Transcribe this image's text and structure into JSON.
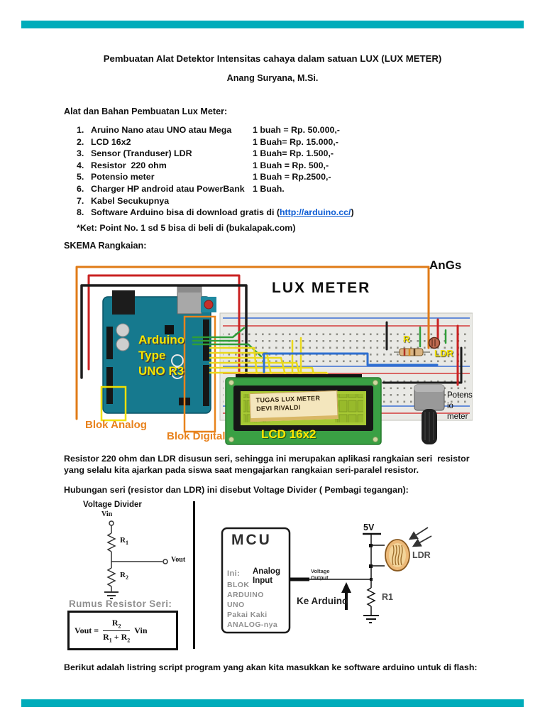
{
  "doc": {
    "title": "Pembuatan Alat Detektor Intensitas cahaya dalam satuan LUX (LUX METER)",
    "author": "Anang Suryana, M.Si."
  },
  "materials": {
    "heading": "Alat dan Bahan Pembuatan Lux Meter:",
    "items": [
      {
        "num": "1.",
        "name": "Aruino Nano atau UNO atau Mega",
        "price": "1 buah = Rp. 50.000,-"
      },
      {
        "num": "2.",
        "name": "LCD 16x2",
        "price": "1 Buah= Rp. 15.000,-"
      },
      {
        "num": "3.",
        "name": "Sensor (Tranduser) LDR",
        "price": "1 Buah= Rp. 1.500,-"
      },
      {
        "num": "4.",
        "name": "Resistor  220 ohm",
        "price": "1 Buah = Rp. 500,-"
      },
      {
        "num": "5.",
        "name": "Potensio meter",
        "price": "1 Buah = Rp.2500,-"
      },
      {
        "num": "6.",
        "name": "Charger HP android atau PowerBank",
        "price": "1 Buah."
      },
      {
        "num": "7.",
        "name": "Kabel Secukupnya"
      },
      {
        "num": "8.",
        "prefix": "Software Arduino bisa di download gratis di (",
        "link": "http://arduino.cc/",
        "suffix": ")"
      }
    ],
    "note": "*Ket: Point No. 1 sd 5 bisa di beli di (bukalapak.com)"
  },
  "skema": {
    "heading": "SKEMA Rangkaian:",
    "watermark": "AnGs",
    "title": "LUX METER",
    "arduino_lines": [
      "Arduino",
      "Type",
      "UNO R3"
    ],
    "blok_analog": "Blok Analog",
    "blok_digital": "Blok Digital",
    "lcd_sticker_line1": "TUGAS LUX METER",
    "lcd_sticker_line2": "DEVI RIVALDI",
    "lcd_label": "LCD 16x2",
    "r_label": "R",
    "ldr_label": "LDR",
    "pot_lines": [
      "Potens",
      "io",
      "meter"
    ]
  },
  "paragraphs": {
    "resistor_seri": "Resistor 220 ohm dan LDR disusun seri, sehingga ini merupakan aplikasi rangkaian seri  resistor yang selalu kita ajarkan pada siswa saat mengajarkan rangkaian seri-paralel resistor.",
    "hubungan": "Hubungan seri (resistor dan LDR) ini disebut Voltage Divider ( Pembagi tegangan):",
    "closing": "Berikut adalah listring script program yang akan kita masukkan ke software arduino untuk di flash:"
  },
  "vd": {
    "title": "Voltage Divider",
    "vin": "Vin",
    "vout": "Vout",
    "r": "R",
    "sub1": "1",
    "sub2": "2",
    "rumus_heading": "Rumus Resistor Seri:",
    "formula": {
      "lhs": "Vout =",
      "plus": "+",
      "vin": "Vin"
    }
  },
  "mcu": {
    "title": "MCU",
    "ini": "Ini:",
    "analog_line1": "Analog",
    "analog_line2": "Input",
    "lines": [
      "BLOK",
      "ARDUINO",
      "UNO",
      "Pakai Kaki",
      "ANALOG-nya"
    ],
    "voltage_line1": "Voltage",
    "voltage_line2": "Output",
    "ke_arduino": "Ke Arduino",
    "v5": "5V",
    "ldr": "LDR",
    "r1": "R1"
  },
  "colors": {
    "teal_bar": "#00acba",
    "link_blue": "#0b5bd3",
    "arduino_board_teal": "#16798e",
    "label_yellow": "#f6e400",
    "label_orange": "#e8821d",
    "lcd_green": "#3aa044",
    "lcd_screen": "#a7c934"
  }
}
